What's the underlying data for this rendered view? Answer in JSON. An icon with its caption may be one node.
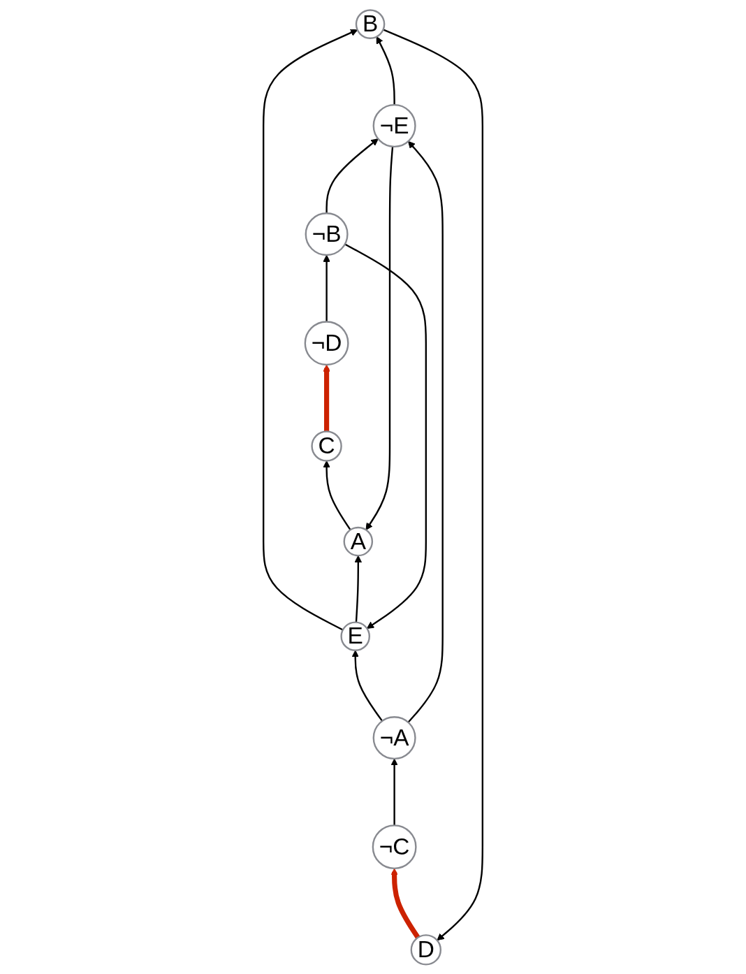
{
  "diagram": {
    "nodes": [
      {
        "text": [
          "D"
        ]
      },
      {
        "text": [
          "C"
        ]
      },
      {
        "text": [
          "B"
        ]
      },
      {
        "text": [
          "A"
        ]
      },
      {
        "text": [
          "E"
        ]
      },
      {
        "text": [
          "¬E"
        ]
      },
      {
        "text": [
          "¬A"
        ]
      },
      {
        "text": [
          "¬B"
        ]
      },
      {
        "text": [
          "¬C"
        ]
      },
      {
        "text": [
          "¬D"
        ]
      }
    ],
    "edges": [
      {
        "from": 2,
        "to": 0,
        "arrow": "to"
      },
      {
        "from": 3,
        "to": 1,
        "arrow": "to"
      },
      {
        "from": 4,
        "to": 2,
        "arrow": "to"
      },
      {
        "from": 4,
        "to": 3,
        "arrow": "to"
      },
      {
        "from": 5,
        "to": 2,
        "arrow": "to"
      },
      {
        "from": 5,
        "to": 3,
        "arrow": "to"
      },
      {
        "from": 6,
        "to": 4,
        "arrow": "to"
      },
      {
        "from": 6,
        "to": 5,
        "arrow": "to"
      },
      {
        "from": 7,
        "to": 4,
        "arrow": "to"
      },
      {
        "from": 7,
        "to": 5,
        "arrow": "to"
      },
      {
        "from": 8,
        "to": 6,
        "arrow": "to"
      },
      {
        "from": 9,
        "to": 7,
        "arrow": "to"
      },
      {
        "from": 0,
        "to": 8,
        "arrow": "to",
        "style": "thick",
        "color": "#cc2200"
      },
      {
        "from": 1,
        "to": 9,
        "arrow": "to",
        "style": "thick",
        "color": "#cc2200"
      }
    ]
  }
}
